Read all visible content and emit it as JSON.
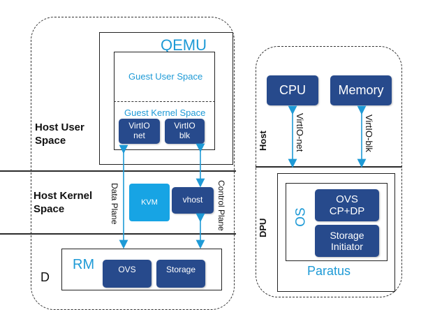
{
  "left": {
    "qemu": "QEMU",
    "guest_user_space": "Guest User Space",
    "guest_kernel_space": "Guest Kernel Space",
    "virtio_net": "VirtIO net",
    "virtio_blk": "VirtIO blk",
    "host_user_space": "Host User Space",
    "host_kernel_space": "Host Kernel Space",
    "kvm": "KVM",
    "vhost": "vhost",
    "data_plane": "Data Plane",
    "control_plane": "Control Plane",
    "rm_partial": "RM",
    "ovs_partial": "OVS",
    "storage_partial": "Storage",
    "cut_label": "D"
  },
  "right": {
    "cpu": "CPU",
    "memory": "Memory",
    "virtio_net": "VirtIO-net",
    "virtio_blk": "VirtIO-blk",
    "host": "Host",
    "dpu": "DPU",
    "os": "OS",
    "ovs_cpdp": "OVS CP+DP",
    "storage_initiator": "Storage Initiator",
    "paratus": "Paratus"
  },
  "colors": {
    "navy": "#274a8c",
    "cyan": "#17a4e4",
    "blue_text": "#1e9ad6"
  }
}
